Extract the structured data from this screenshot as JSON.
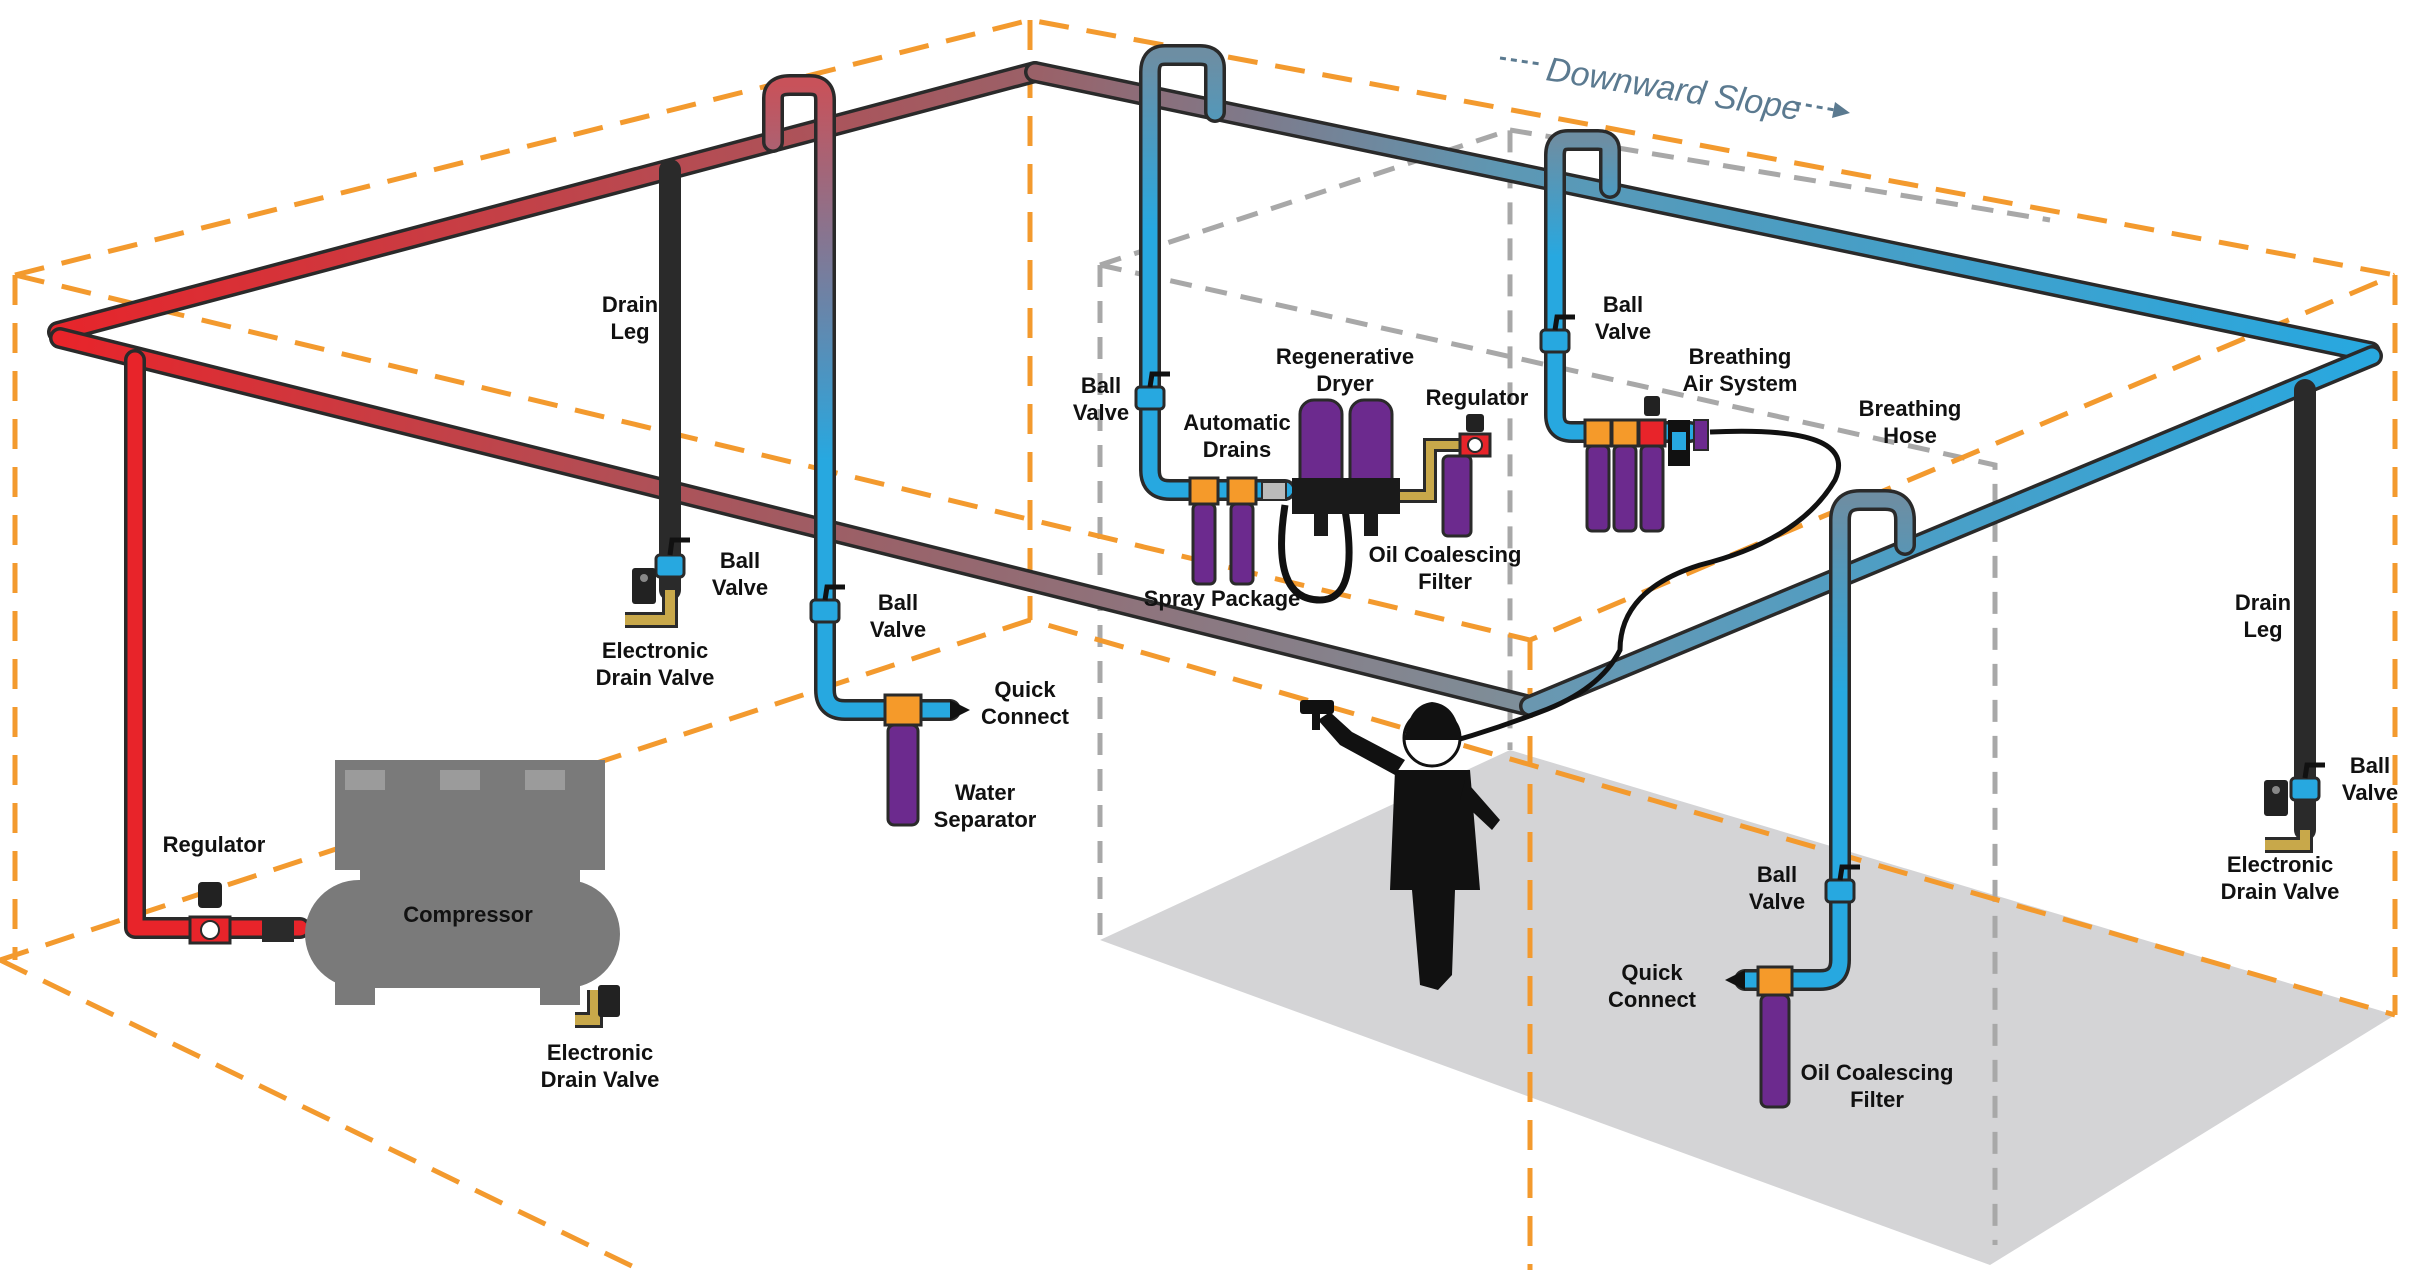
{
  "slope_label": "Downward Slope",
  "labels": {
    "drain_leg_left": [
      "Drain",
      "Leg"
    ],
    "ball_valve_1": [
      "Ball",
      "Valve"
    ],
    "electronic_drain_1": [
      "Electronic",
      "Drain Valve"
    ],
    "ball_valve_2": [
      "Ball",
      "Valve"
    ],
    "quick_connect_1": [
      "Quick",
      "Connect"
    ],
    "water_separator": [
      "Water",
      "Separator"
    ],
    "regulator_compressor": [
      "Regulator"
    ],
    "compressor": [
      "Compressor"
    ],
    "electronic_drain_2": [
      "Electronic",
      "Drain Valve"
    ],
    "ball_valve_3": [
      "Ball",
      "Valve"
    ],
    "automatic_drains": [
      "Automatic",
      "Drains"
    ],
    "regenerative_dryer": [
      "Regenerative",
      "Dryer"
    ],
    "regulator_dryer": [
      "Regulator"
    ],
    "oil_coalescing_1": [
      "Oil Coalescing",
      "Filter"
    ],
    "spray_package": [
      "Spray Package"
    ],
    "ball_valve_4": [
      "Ball",
      "Valve"
    ],
    "breathing_air": [
      "Breathing",
      "Air System"
    ],
    "breathing_hose": [
      "Breathing",
      "Hose"
    ],
    "drain_leg_right": [
      "Drain",
      "Leg"
    ],
    "ball_valve_5": [
      "Ball",
      "Valve"
    ],
    "electronic_drain_3": [
      "Electronic",
      "Drain Valve"
    ],
    "ball_valve_6": [
      "Ball",
      "Valve"
    ],
    "quick_connect_2": [
      "Quick",
      "Connect"
    ],
    "oil_coalescing_2": [
      "Oil Coalescing",
      "Filter"
    ]
  },
  "colors": {
    "hot_air": "#e8242a",
    "cool_air": "#27a8e0",
    "transition": "#8c6e7a",
    "filter": "#6c2a8e",
    "fitting": "#f59a2a",
    "room_outline": "#f39a2e",
    "room_outline_inner": "#a8a8a8",
    "floor": "#d4d4d6",
    "compressor": "#7a7a7a",
    "slope_text": "#5b7a90"
  },
  "icons": [
    "compressor-icon",
    "painter-icon",
    "regulator-icon",
    "filter-icon",
    "dryer-icon",
    "drain-valve-icon",
    "ball-valve-icon",
    "quick-connect-icon"
  ]
}
